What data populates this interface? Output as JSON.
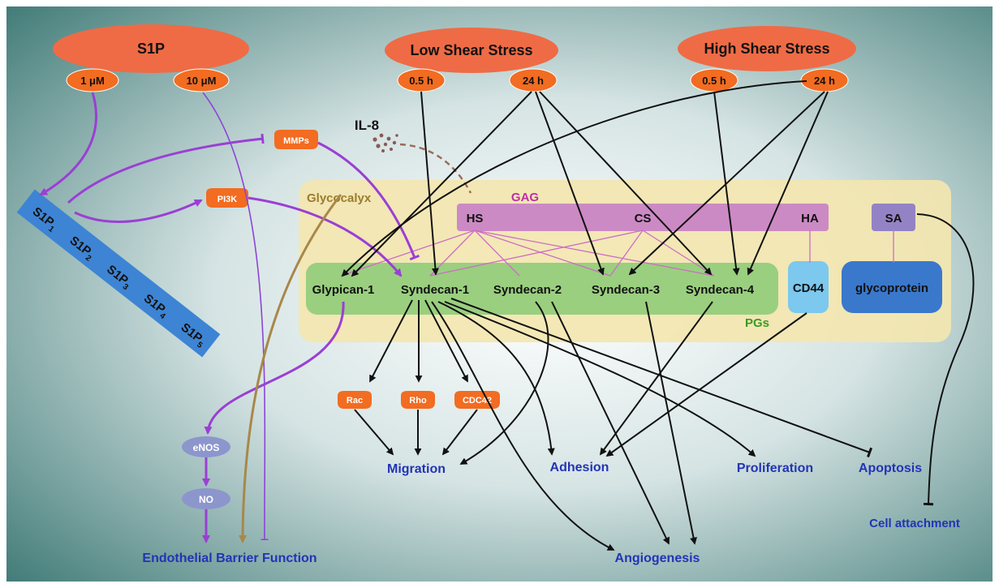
{
  "stimuli": {
    "s1p": {
      "title": "S1P",
      "dose_low": "1 μM",
      "dose_high": "10 μM"
    },
    "low_shear": {
      "title": "Low Shear Stress",
      "t1": "0.5 h",
      "t2": "24 h"
    },
    "high_shear": {
      "title": "High Shear Stress",
      "t1": "0.5 h",
      "t2": "24 h"
    }
  },
  "receptors": {
    "items": [
      {
        "base": "S1P",
        "sub": "1"
      },
      {
        "base": "S1P",
        "sub": "2"
      },
      {
        "base": "S1P",
        "sub": "3"
      },
      {
        "base": "S1P",
        "sub": "4"
      },
      {
        "base": "S1P",
        "sub": "5"
      }
    ]
  },
  "mediators": {
    "mmps": "MMPs",
    "pi3k": "PI3K",
    "il8": "IL-8"
  },
  "glycocalyx": {
    "label": "Glycocalyx",
    "gag": {
      "label": "GAG",
      "hs": "HS",
      "cs": "CS",
      "ha": "HA"
    },
    "sa": "SA",
    "pgs": {
      "label": "PGs",
      "glypican1": "Glypican-1",
      "syndecan1": "Syndecan-1",
      "syndecan2": "Syndecan-2",
      "syndecan3": "Syndecan-3",
      "syndecan4": "Syndecan-4"
    },
    "cd44": "CD44",
    "glycoprotein": "glycoprotein"
  },
  "signaling": {
    "rac": "Rac",
    "rho": "Rho",
    "cdc42": "CDC42",
    "enos": "eNOS",
    "no": "NO"
  },
  "outcomes": {
    "migration": "Migration",
    "adhesion": "Adhesion",
    "proliferation": "Proliferation",
    "apoptosis": "Apoptosis",
    "angiogenesis": "Angiogenesis",
    "cell_attachment": "Cell attachment",
    "barrier": "Endothelial Barrier Function"
  },
  "colors": {
    "purple_arrow": "#9b3fd4",
    "thin_purple": "#8c45d6",
    "gold_arrow": "#a8884a",
    "orange": "#f26c21",
    "orange_ellipse": "#ef6b45",
    "receptor_blue": "#3d84d4",
    "gag_pink": "#cc8ac4",
    "pg_green": "#9acf7f",
    "cd44_blue": "#7cc8ee",
    "glycoprotein_blue": "#3a78cc",
    "outcome_text": "#2234b5",
    "enos_fill": "#8c96cc",
    "glycocalyx_box": "#f3e6b0",
    "gag_text": "#c02ea8",
    "pgs_text": "#3a9a22",
    "glycocalyx_text": "#9b7c2e"
  }
}
